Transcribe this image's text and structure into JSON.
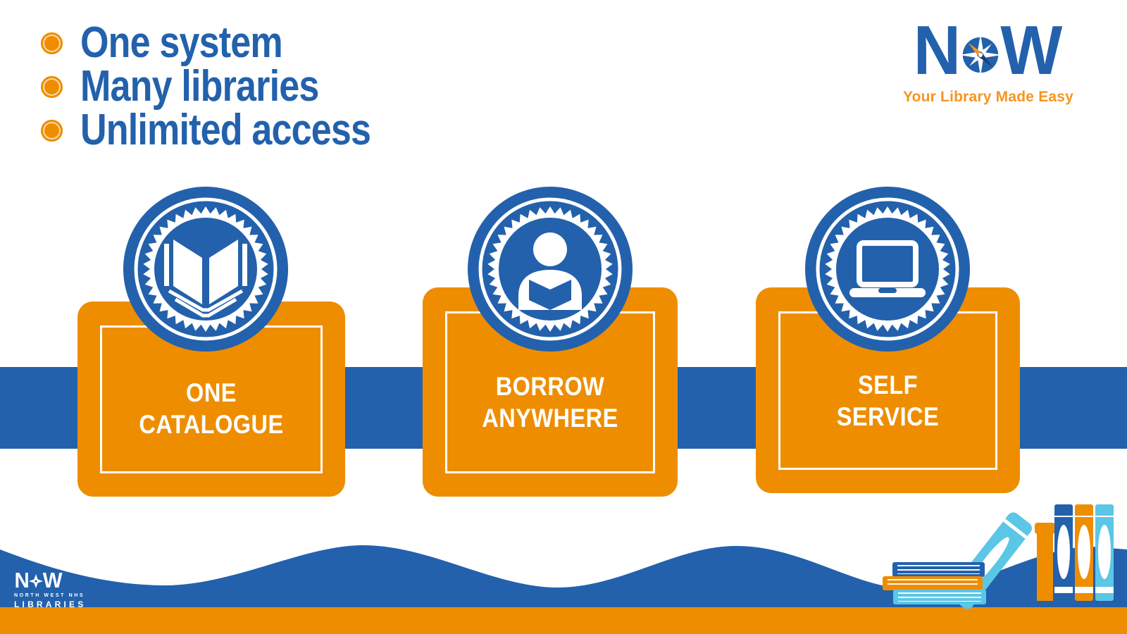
{
  "colors": {
    "blue": "#2361ac",
    "orange": "#ee8d00",
    "light_blue": "#5bc6e6",
    "tagline_orange": "#f7941e",
    "needle_navy": "#17406e",
    "white": "#ffffff"
  },
  "header": {
    "bullets": [
      "One system",
      "Many libraries",
      "Unlimited access"
    ]
  },
  "logo": {
    "letter_n": "N",
    "letter_w": "W",
    "tagline": "Your Library Made Easy"
  },
  "cards": [
    {
      "label_line1": "ONE",
      "label_line2": "CATALOGUE",
      "icon": "open-book"
    },
    {
      "label_line1": "BORROW",
      "label_line2": "ANYWHERE",
      "icon": "reader"
    },
    {
      "label_line1": "SELF",
      "label_line2": "SERVICE",
      "icon": "laptop"
    }
  ],
  "footer": {
    "logo_letter_n": "N",
    "logo_letter_w": "W",
    "logo_subtitle": "NORTH WEST NHS",
    "logo_title": "LIBRARIES"
  }
}
